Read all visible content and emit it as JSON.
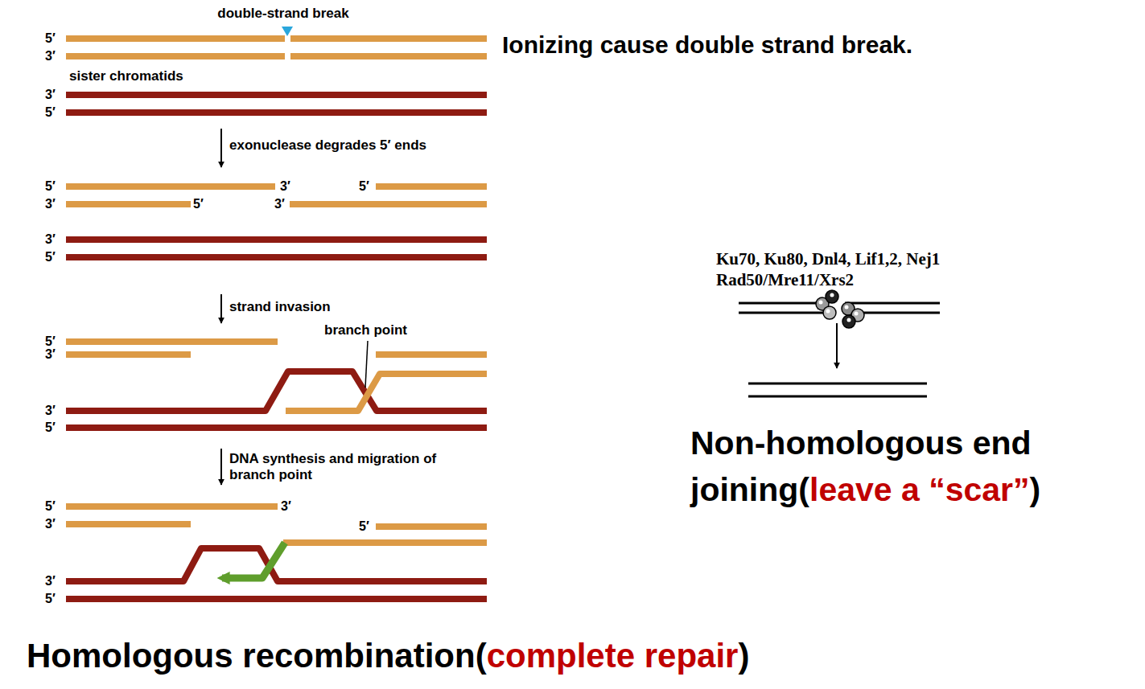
{
  "diagram": {
    "labels": [
      "double-strand break",
      "Ionizing cause double strand break.",
      "5′",
      "3′",
      "sister chromatids",
      "3′",
      "5′",
      "exonuclease degrades 5′ ends",
      "5′",
      "3′",
      "3′",
      "5′",
      "3′",
      "5′",
      "3′",
      "5′",
      "strand invasion",
      "branch point",
      "5′",
      "3′",
      "3′",
      "5′",
      "DNA synthesis and migration of branch point",
      "5′",
      "3′",
      "3′",
      "5′",
      "3′",
      "5′",
      "Ku70, Ku80, Dnl4, Lif1,2, Nej1",
      "Rad50/Mre11/Xrs2",
      "Non-homologous end joining(",
      "leave a “scar”",
      ")",
      "Homologous recombination(",
      "complete repair",
      ")"
    ]
  }
}
